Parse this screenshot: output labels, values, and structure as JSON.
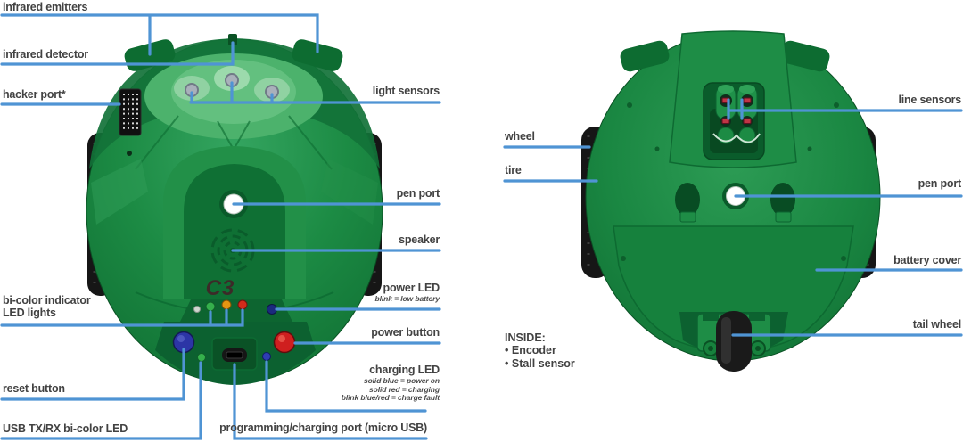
{
  "callouts": {
    "infrared_emitters": {
      "label": "infrared emitters"
    },
    "infrared_detector": {
      "label": "infrared detector"
    },
    "hacker_port": {
      "label": "hacker port*"
    },
    "light_sensors": {
      "label": "light sensors"
    },
    "pen_port_top": {
      "label": "pen port"
    },
    "speaker": {
      "label": "speaker"
    },
    "power_led": {
      "label": "power LED",
      "note": "blink = low battery"
    },
    "power_button": {
      "label": "power button"
    },
    "bicolor_leds": {
      "label": "bi-color indicator LED lights"
    },
    "reset_button": {
      "label": "reset button"
    },
    "usb_txrx_led": {
      "label": "USB TX/RX bi-color LED"
    },
    "charging_led": {
      "label": "charging LED",
      "notes": [
        "solid blue = power on",
        "solid red = charging",
        "blink blue/red = charge fault"
      ]
    },
    "programming_port": {
      "label": "programming/charging port (micro USB)"
    },
    "line_sensors": {
      "label": "line sensors"
    },
    "wheel": {
      "label": "wheel"
    },
    "tire": {
      "label": "tire"
    },
    "pen_port_bottom": {
      "label": "pen port"
    },
    "battery_cover": {
      "label": "battery cover"
    },
    "tail_wheel": {
      "label": "tail wheel"
    }
  },
  "inside": {
    "heading": "INSIDE:",
    "items": [
      "Encoder",
      "Stall sensor"
    ]
  },
  "robot": {
    "logo": "C3"
  },
  "colors": {
    "callout_line": "#4f94d4",
    "label_text": "#424242",
    "body_green": "#1c8b44",
    "body_green_dark": "#0e6a30",
    "led_green": "#35b04c",
    "led_orange": "#e59511",
    "led_red": "#d32b1b",
    "power_led_navy": "#1b2a7e",
    "reset_button_blue": "#2c35a6",
    "power_button_red": "#cf1f1f",
    "charging_led_blue": "#2e3db2",
    "wheel_black": "#161616",
    "pen_port_white": "#ffffff"
  }
}
